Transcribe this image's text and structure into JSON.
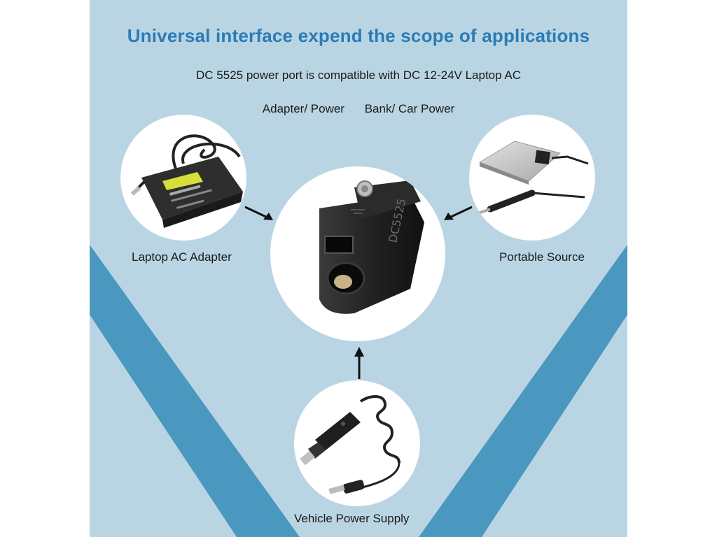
{
  "title": "Universal interface expend the scope of applications",
  "subtitle_line1": "DC 5525 power port is compatible with DC 12-24V Laptop AC",
  "subtitle_line2_a": "Adapter/ Power",
  "subtitle_line2_b": "Bank/ Car Power",
  "sources": {
    "laptop_adapter": "Laptop AC Adapter",
    "portable_source": "Portable Source",
    "vehicle_supply": "Vehicle Power Supply"
  },
  "colors": {
    "background": "#b9d5e4",
    "stripe": "#4a98bf",
    "title": "#2c7bb5"
  },
  "icons": {
    "center": "dc-5525-connector-icon",
    "laptop": "laptop-ac-adapter-icon",
    "portable": "power-bank-icon",
    "vehicle": "car-charger-cable-icon"
  }
}
